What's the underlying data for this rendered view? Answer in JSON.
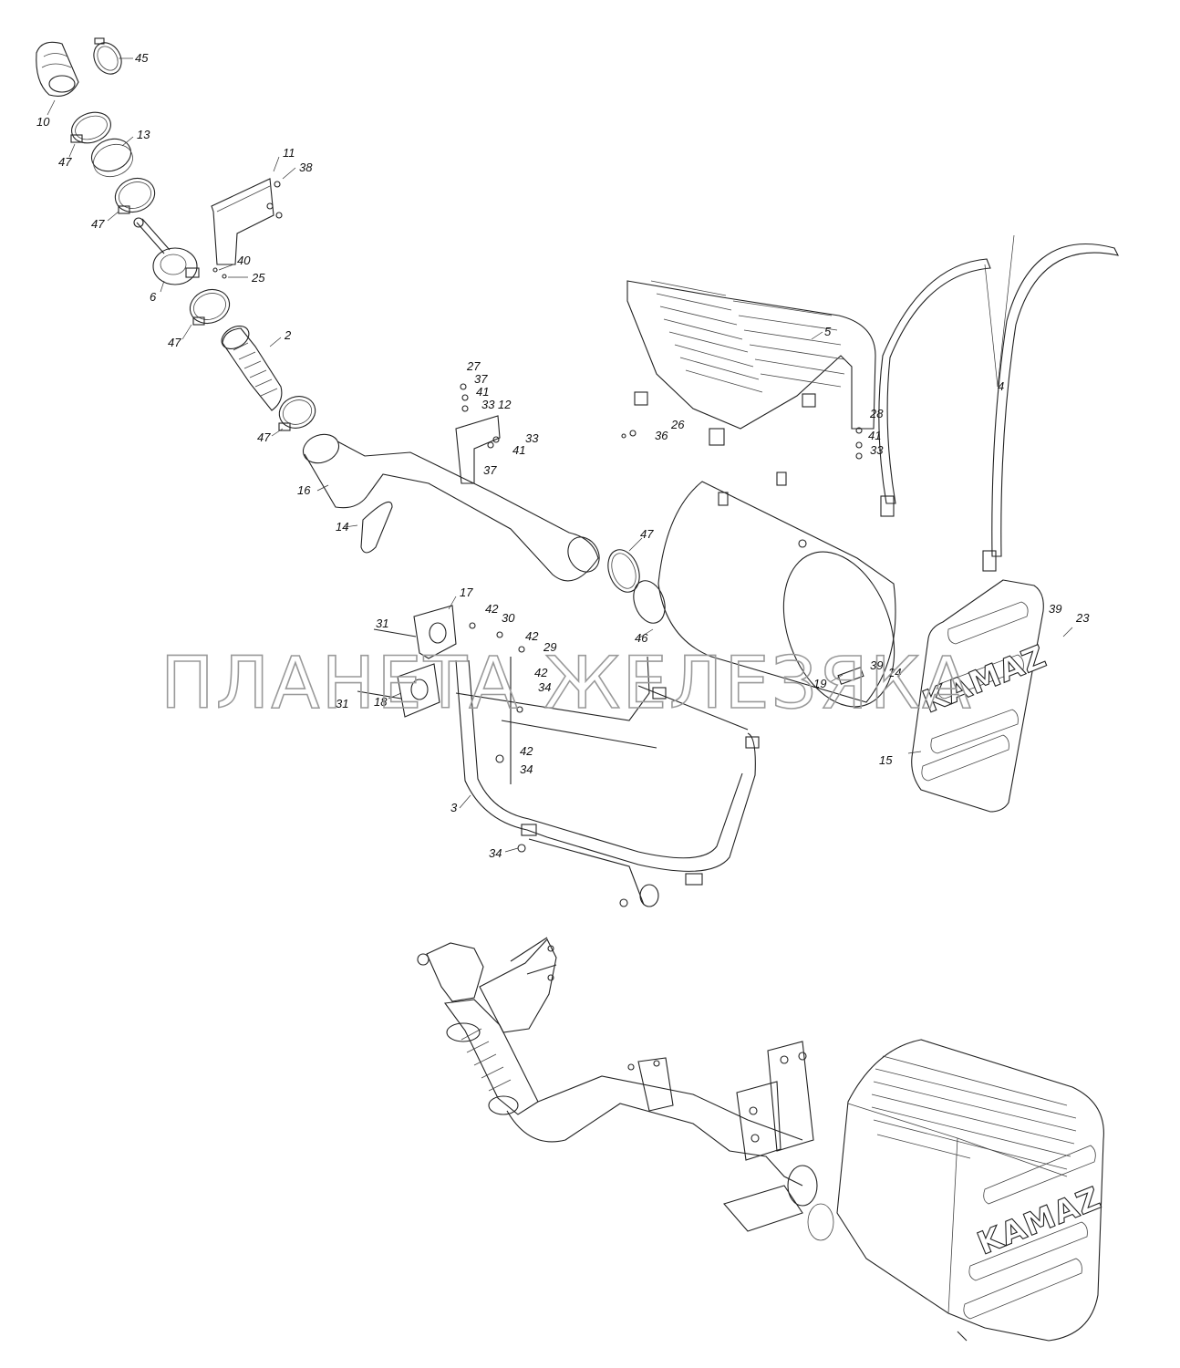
{
  "watermark": "ПЛАНЕТА ЖЕЛЕЗЯКА",
  "brand_marks": [
    "KAMAZ",
    "KAMAZ"
  ],
  "callouts": {
    "c10": "10",
    "c45": "45",
    "c47a": "47",
    "c13": "13",
    "c47b": "47",
    "c11": "11",
    "c38": "38",
    "c40": "40",
    "c25": "25",
    "c6": "6",
    "c47c": "47",
    "c2": "2",
    "c5": "5",
    "c4": "4",
    "c27": "27",
    "c37a": "37",
    "c41a": "41",
    "c33a": "33",
    "c12": "12",
    "c33b": "33",
    "c41b": "41",
    "c37b": "37",
    "c47d": "47",
    "c26": "26",
    "c36": "36",
    "c28": "28",
    "c41c": "41",
    "c33c": "33",
    "c16": "16",
    "c14": "14",
    "c47e": "47",
    "c17": "17",
    "c42a": "42",
    "c30": "30",
    "c31a": "31",
    "c42b": "42",
    "c29": "29",
    "c46": "46",
    "c39a": "39",
    "c23": "23",
    "c39b": "39",
    "c24": "24",
    "c31b": "31",
    "c42c": "42",
    "c34a": "34",
    "c19": "19",
    "c18": "18",
    "c42d": "42",
    "c34b": "34",
    "c15": "15",
    "c3": "3",
    "c34c": "34"
  }
}
